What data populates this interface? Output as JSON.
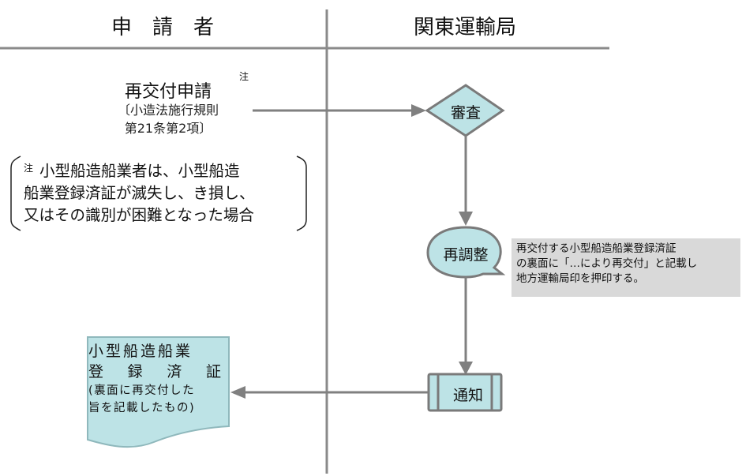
{
  "lanes": {
    "applicant": "申　請　者",
    "bureau": "関東運輸局"
  },
  "application": {
    "title": "再交付申請",
    "note_marker": "注",
    "reference_line1": "〔小造法施行規則",
    "reference_line2": "第21条第2項〕"
  },
  "note": {
    "marker": "注",
    "line1": "小型船造船業者は、小型船造",
    "line2": "船業登録済証が滅失し、き損し、",
    "line3": "又はその識別が困難となった場合"
  },
  "nodes": {
    "review": "審査",
    "readjust": "再調整",
    "notify": "通知"
  },
  "memo": {
    "line1": "再交付する小型船造船業登録済証",
    "line2": "の裏面に「…により再交付」と記載し",
    "line3": "地方運輸局印を押印する。"
  },
  "document": {
    "line1": "小型船造船業",
    "line2_chars": [
      "登",
      "録",
      "済",
      "証"
    ],
    "line3": "(裏面に再交付した",
    "line4": "旨を記載したもの)"
  },
  "colors": {
    "line": "#808080",
    "node_fill": "#bde3e6",
    "node_stroke": "#7a7a7a",
    "doc_stroke": "#8fb8bc",
    "memo_fill": "#d9d9d9"
  }
}
